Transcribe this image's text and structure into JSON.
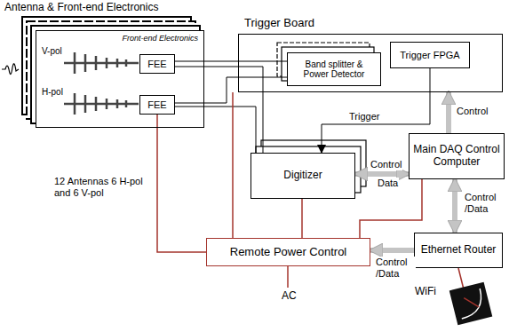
{
  "diagram": {
    "nodes": [
      {
        "text": [
          "Front-end Electronics"
        ]
      },
      {
        "text": [
          "FEE"
        ],
        "in": 0
      },
      {
        "text": [
          "FEE"
        ],
        "in": 0
      },
      {
        "text": [
          "Trigger Board"
        ]
      },
      {
        "text": [
          "Band splitter & Power Detector"
        ],
        "in": 3
      },
      {
        "text": [
          "Trigger FPGA"
        ],
        "in": 3
      },
      {
        "text": [
          "Digitizer"
        ]
      },
      {
        "text": [
          "Main DAQ Control Computer"
        ]
      },
      {
        "text": [
          "Remote Power Control"
        ]
      },
      {
        "text": [
          "Ethernet Router"
        ]
      }
    ],
    "edges": [
      {
        "from": 1,
        "to": 4,
        "arrow": "none"
      },
      {
        "from": 2,
        "to": 4,
        "arrow": "none"
      },
      {
        "from": 1,
        "to": 6,
        "arrow": "none"
      },
      {
        "from": 2,
        "to": 6,
        "arrow": "none"
      },
      {
        "from": 5,
        "to": 6,
        "arrow": "to",
        "label": "Trigger"
      },
      {
        "from": 7,
        "to": 3,
        "arrow": "to",
        "label": "Control"
      },
      {
        "from": 6,
        "to": 7,
        "arrow": "both",
        "label": "Control"
      },
      {
        "from": 9,
        "to": 7,
        "arrow": "both",
        "label": "Control /Data"
      },
      {
        "from": 9,
        "to": 8,
        "arrow": "to",
        "label": "Control /Data"
      },
      {
        "from": 8,
        "to": 2,
        "arrow": "none"
      },
      {
        "from": 8,
        "to": 3,
        "arrow": "none"
      },
      {
        "from": 8,
        "to": 6,
        "arrow": "none"
      },
      {
        "from": 8,
        "to": 7,
        "arrow": "none"
      }
    ],
    "labels": [
      "Antenna & Front-end Electronics",
      "V-pol",
      "H-pol",
      "12 Antennas 6 H-pol and 6 V-pol",
      "Data",
      "AC",
      "WiFi"
    ]
  }
}
